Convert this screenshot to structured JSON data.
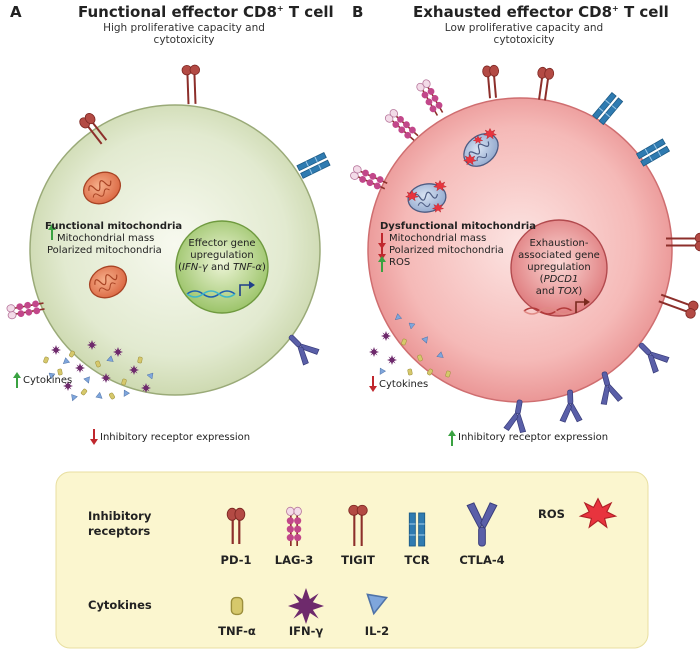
{
  "panelA": {
    "letter": "A",
    "title_pre": "Functional effector CD8",
    "title_sup": "+",
    "title_post": " T cell",
    "subtitle": "High proliferative capacity and cytotoxicity",
    "mito_heading": "Functional mitochondria",
    "mito_line1": "Mitochondrial mass",
    "mito_line2": "Polarized mitochondria",
    "nucleus_line1": "Effector gene",
    "nucleus_line2": "upregulation",
    "nucleus_gene1": "IFN-γ",
    "nucleus_and": " and ",
    "nucleus_gene2": "TNF-α",
    "cytokines": "Cytokines",
    "inhibitory": "Inhibitory receptor expression"
  },
  "panelB": {
    "letter": "B",
    "title_pre": "Exhausted effector CD8",
    "title_sup": "+",
    "title_post": " T cell",
    "subtitle": "Low proliferative capacity and cytotoxicity",
    "mito_heading": "Dysfunctional mitochondria",
    "mito_line1": "Mitochondrial mass",
    "mito_line2": "Polarized mitochondria",
    "mito_line3": "ROS",
    "nucleus_line1": "Exhaustion-",
    "nucleus_line2": "associated gene",
    "nucleus_line3a": "upregulation (",
    "nucleus_gene1": "PDCD1",
    "nucleus_line4a": "and ",
    "nucleus_gene2": "TOX",
    "nucleus_close": ")",
    "cytokines": "Cytokines",
    "inhibitory": "Inhibitory receptor expression"
  },
  "legend": {
    "receptors_heading_1": "Inhibitory",
    "receptors_heading_2": "receptors",
    "pd1": "PD-1",
    "lag3": "LAG-3",
    "tigit": "TIGIT",
    "tcr": "TCR",
    "ctla4": "CTLA-4",
    "ros": "ROS",
    "cytokines_heading": "Cytokines",
    "tnfa": "TNF-α",
    "ifng": "IFN-γ",
    "il2": "IL-2"
  },
  "colors": {
    "cellA": "#dde7c7",
    "cellB": "#f4b6b6",
    "legend_bg": "#fbf6cf",
    "arrow_up": "#3aa241",
    "arrow_down": "#c0272d",
    "receptor_red": "#b0413c",
    "lag3_pink": "#c2478a",
    "tcr_blue": "#2f7bb1",
    "ctla4_purple": "#5a5fa8"
  }
}
